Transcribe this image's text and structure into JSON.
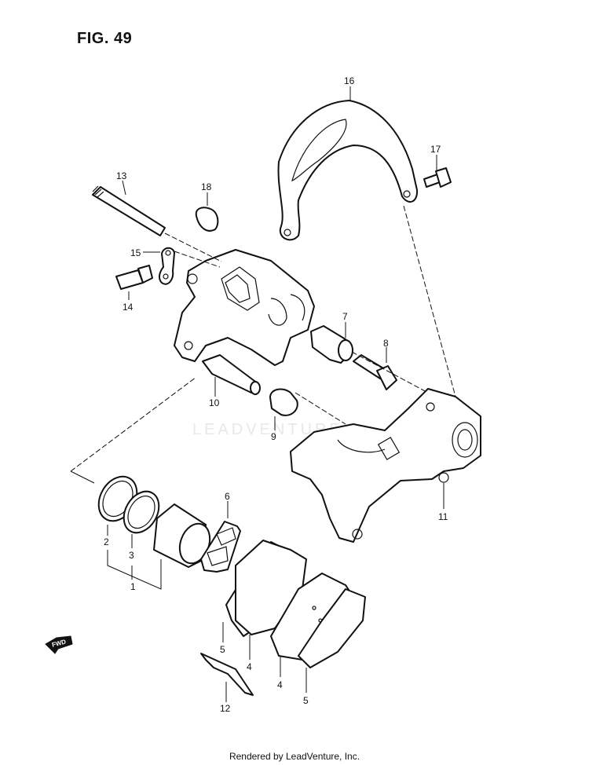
{
  "figure_title": "FIG. 49",
  "footer": "Rendered by LeadVenture, Inc.",
  "watermark": "LEADVENTURE",
  "fwd_label": "FWD",
  "callouts": {
    "c1": "1",
    "c2": "2",
    "c3": "3",
    "c4a": "4",
    "c4b": "4",
    "c5a": "5",
    "c5b": "5",
    "c6": "6",
    "c7": "7",
    "c8": "8",
    "c9": "9",
    "c10": "10",
    "c11": "11",
    "c12": "12",
    "c13": "13",
    "c14": "14",
    "c15": "15",
    "c16": "16",
    "c17": "17",
    "c18": "18"
  }
}
